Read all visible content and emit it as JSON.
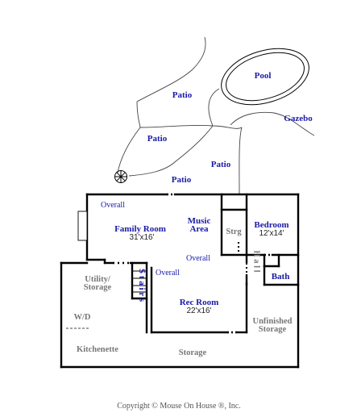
{
  "outdoor": {
    "pool": "Pool",
    "gazebo": "Gazebo",
    "patio_1": "Patio",
    "patio_2": "Patio",
    "patio_3": "Patio",
    "patio_4": "Patio"
  },
  "rooms": {
    "overall_top": "Overall",
    "family_room": "Family Room",
    "family_room_dim": "31'x16'",
    "music_area_1": "Music",
    "music_area_2": "Area",
    "storage_small": "Strg",
    "bedroom": "Bedroom",
    "bedroom_dim": "12'x14'",
    "overall_mid": "Overall",
    "overall_left": "Overall",
    "hall": "H a l l",
    "bath": "Bath",
    "utility_1": "Utility/",
    "utility_2": "Storage",
    "stairs": "S t a i r s",
    "rec_room": "Rec Room",
    "rec_room_dim": "22'x16'",
    "wd": "W/D",
    "unfinished_1": "Unfinished",
    "unfinished_2": "Storage",
    "kitchenette": "Kitchenette",
    "storage": "Storage"
  },
  "footer": {
    "copyright": "Copyright © Mouse On House ®, Inc."
  }
}
